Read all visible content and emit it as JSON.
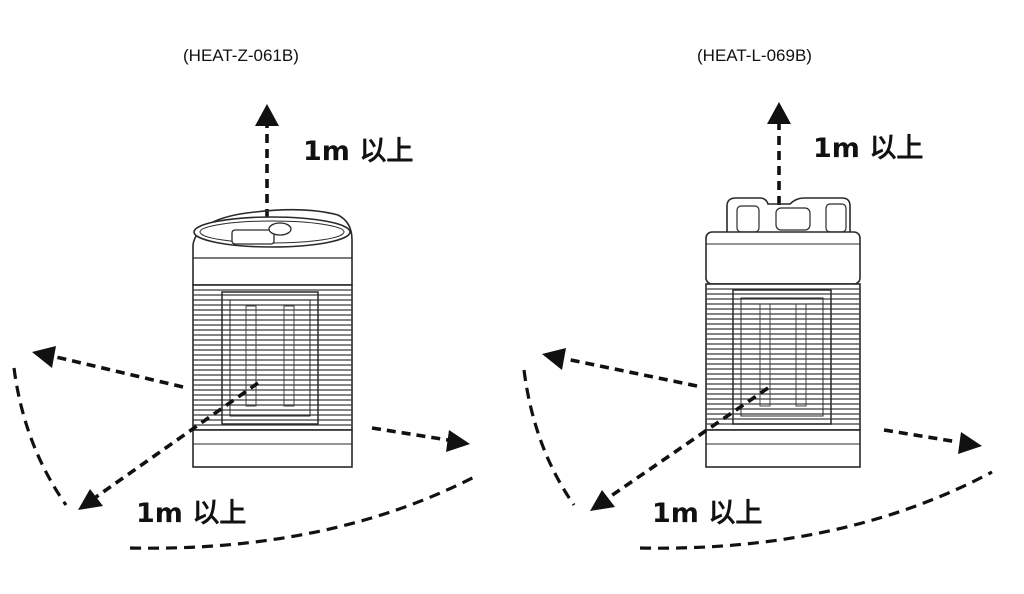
{
  "units": [
    {
      "model": "(HEAT-Z-061B)",
      "up_label": "1m 以上",
      "side_label": "1m 以上",
      "top_type": "round-dial-top"
    },
    {
      "model": "(HEAT-L-069B)",
      "up_label": "1m 以上",
      "side_label": "1m 以上",
      "top_type": "handle-top"
    }
  ],
  "colors": {
    "ink": "#111111",
    "background": "#ffffff"
  }
}
